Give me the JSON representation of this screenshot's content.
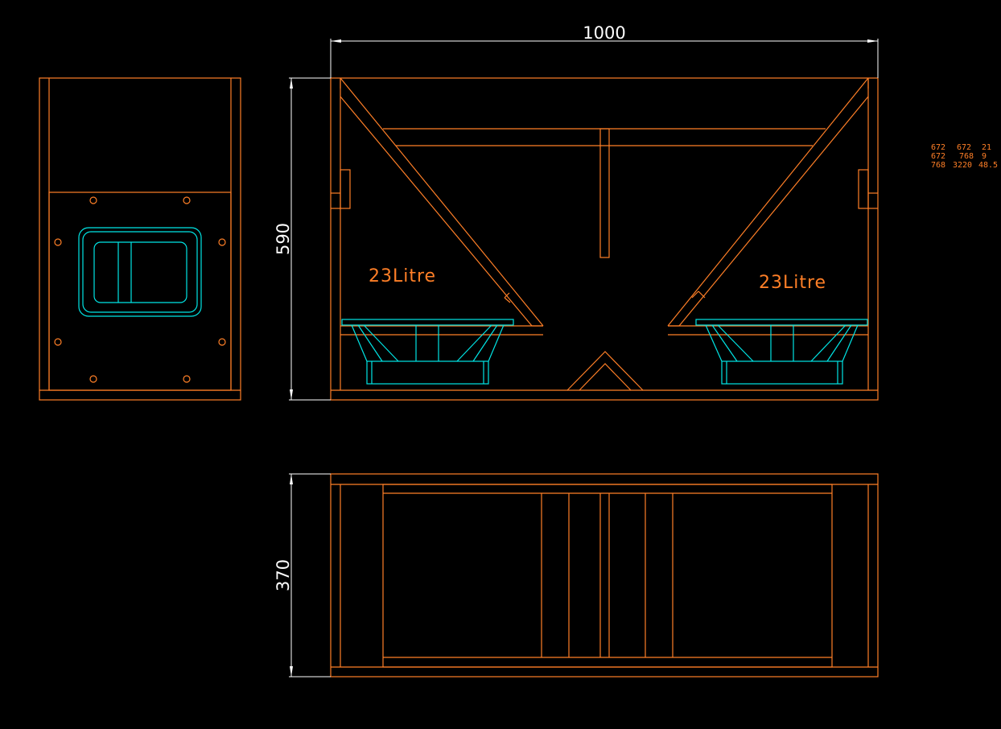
{
  "dimensions": {
    "width_label": "1000",
    "height_label": "590",
    "depth_label": "370"
  },
  "labels": {
    "left_volume": "23Litre",
    "right_volume": "23Litre"
  },
  "notes": [
    {
      "c1": "672",
      "c2": "672",
      "c3": "21"
    },
    {
      "c1": "672",
      "c2": "768",
      "c3": "9"
    },
    {
      "c1": "768",
      "c2": "3220",
      "c3": "48.5"
    }
  ],
  "colors": {
    "background": "#000000",
    "outline": "#ff7f27",
    "driver": "#00e5e5",
    "dimension": "#ffffff"
  }
}
